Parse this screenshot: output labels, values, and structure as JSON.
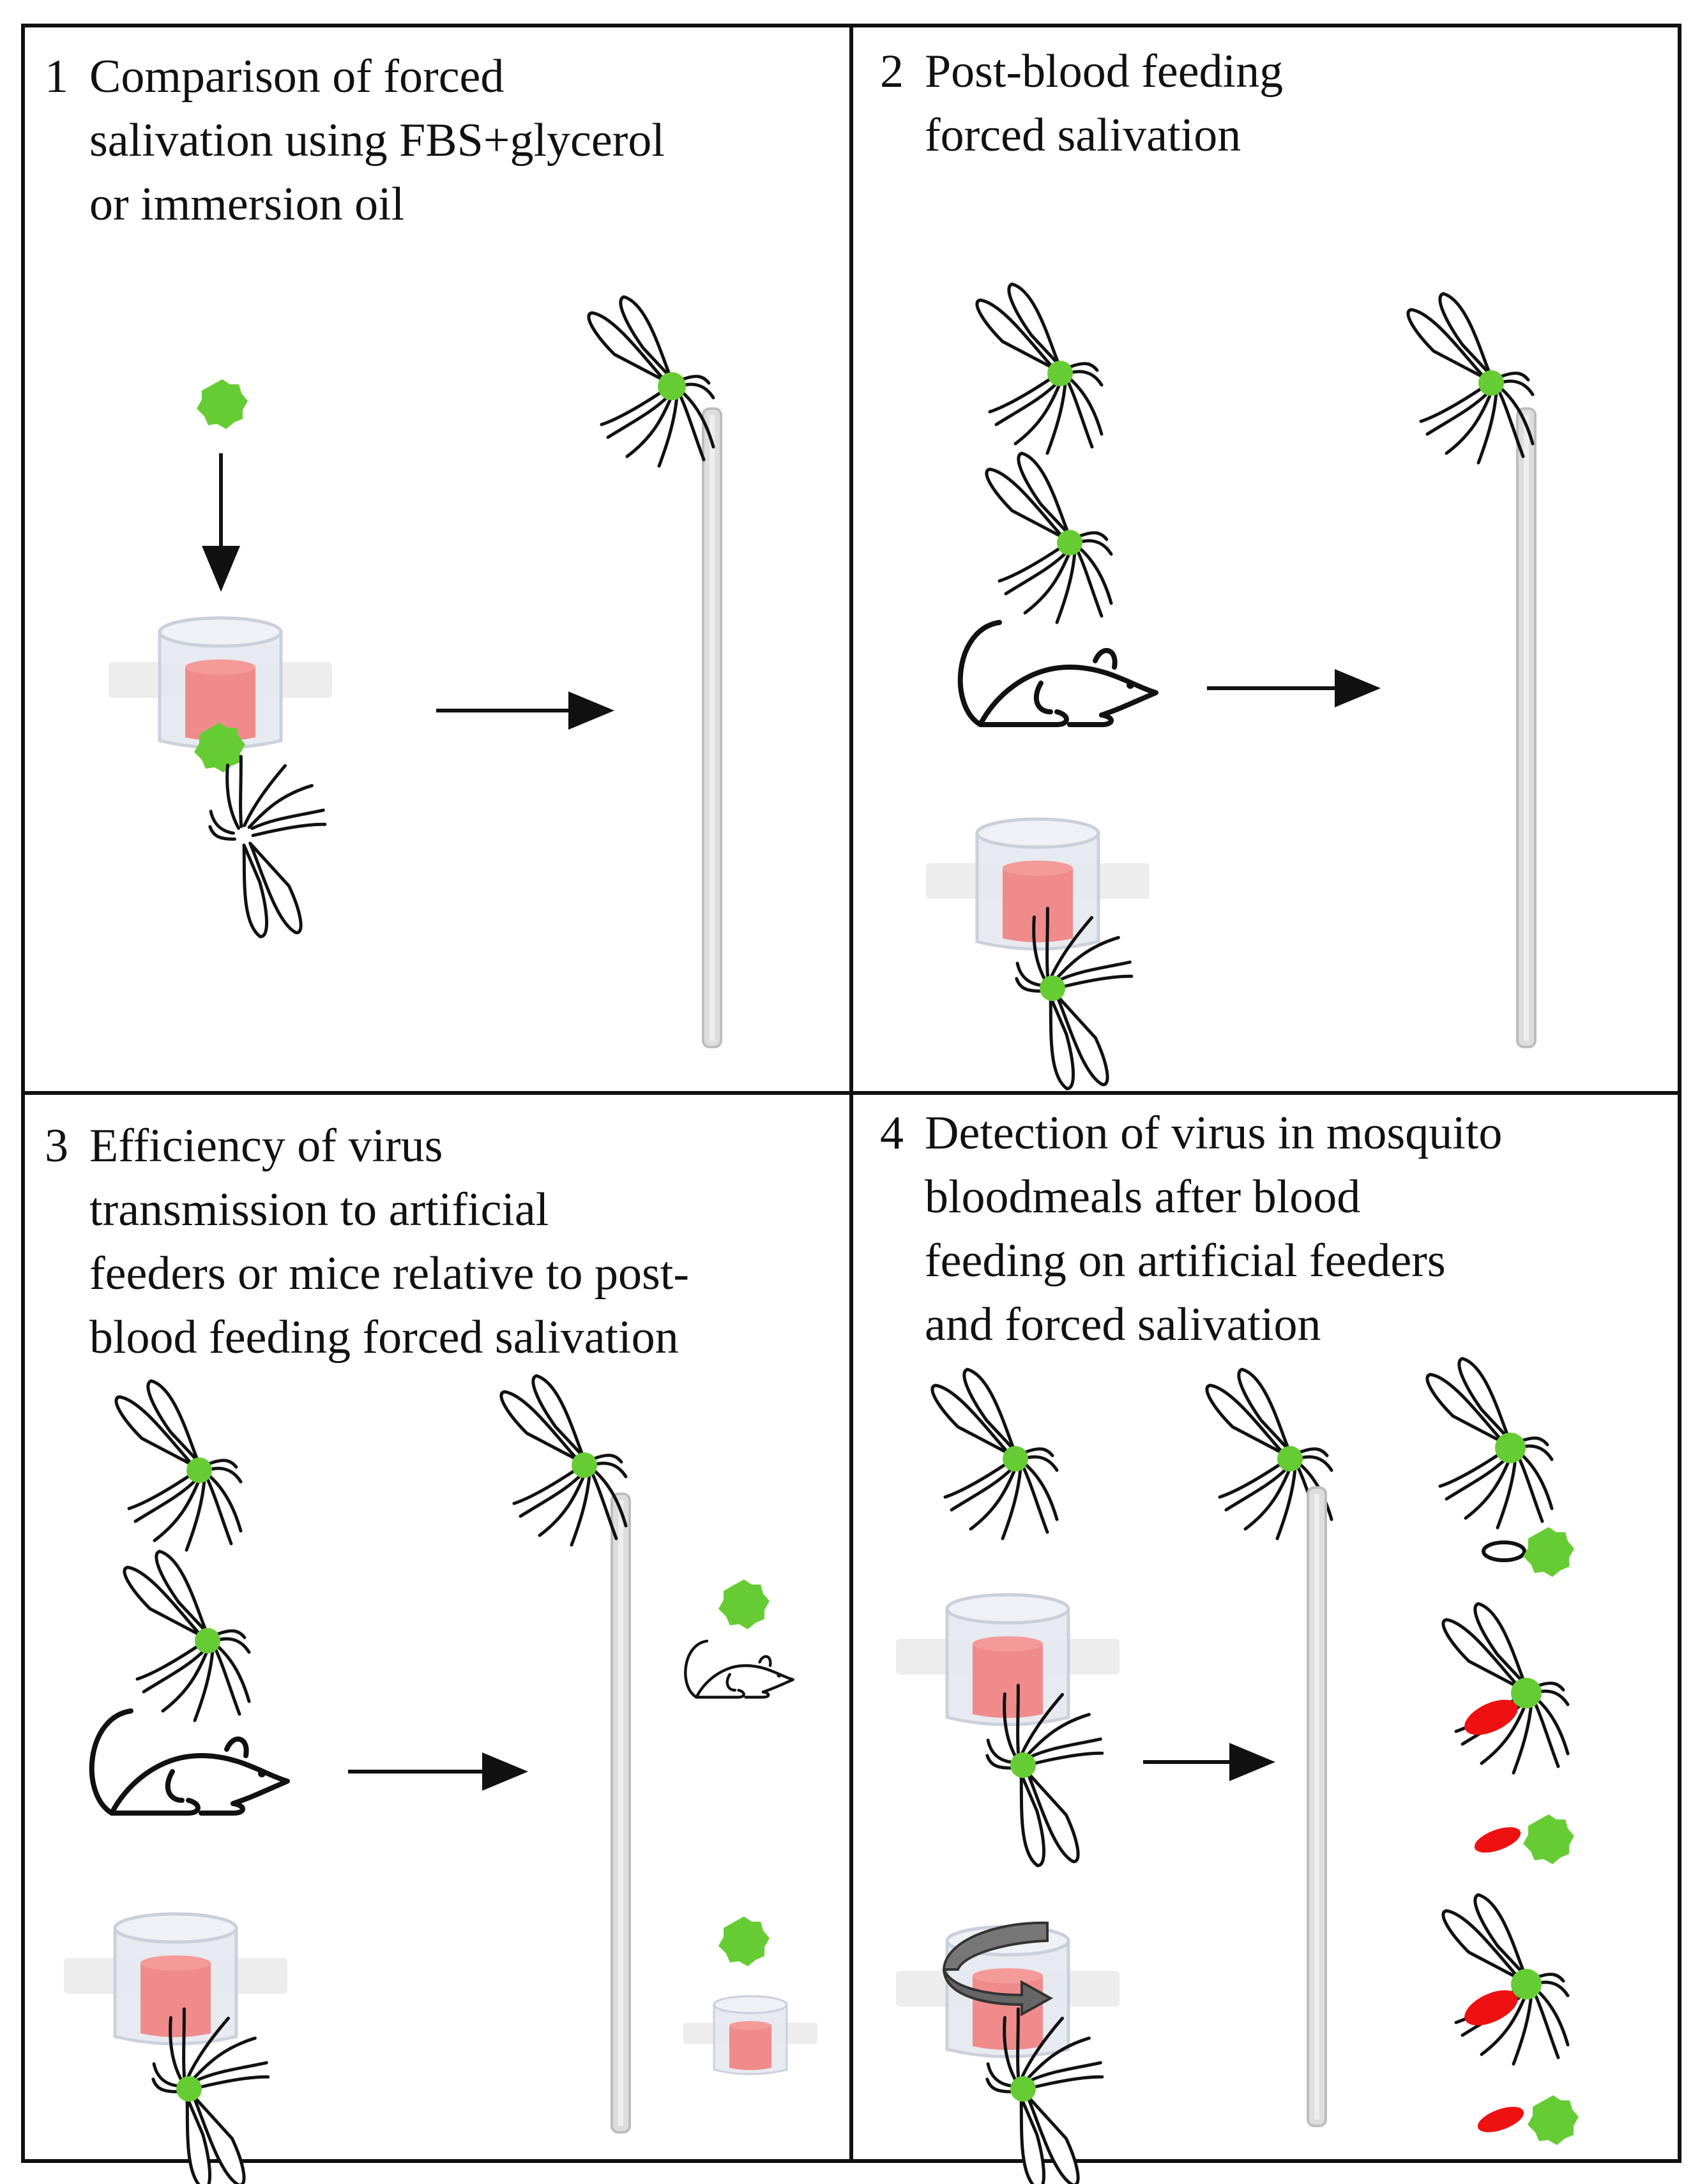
{
  "panels": [
    {
      "number": "1",
      "lines": [
        "Comparison of forced",
        "salivation using FBS+glycerol",
        "or immersion oil"
      ]
    },
    {
      "number": "2",
      "lines": [
        "Post-blood feeding",
        "forced salivation"
      ]
    },
    {
      "number": "3",
      "lines": [
        "Efficiency of virus",
        "transmission to artificial",
        "feeders or mice relative to post-",
        "blood feeding forced salivation"
      ]
    },
    {
      "number": "4",
      "lines": [
        "Detection of virus in mosquito",
        "bloodmeals after blood",
        "feeding on artificial feeders",
        "and forced salivation"
      ]
    }
  ],
  "colors": {
    "virus": "#66cc33",
    "blood": "#f07a78",
    "bloodmeal": "#ee1111",
    "glass": "#e3e6ec",
    "border": "#111111"
  },
  "icons": [
    "mosquito-icon",
    "mouse-icon",
    "virus-icon",
    "artificial-feeder-icon",
    "capillary-tube-icon",
    "arrow-icon",
    "rotate-arrow-icon"
  ]
}
